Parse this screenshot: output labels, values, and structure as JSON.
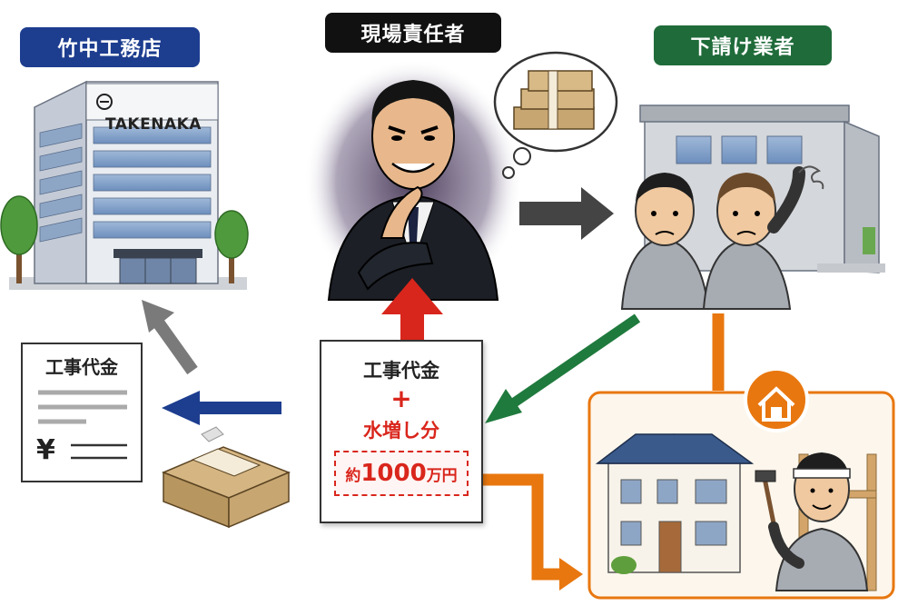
{
  "labels": {
    "takenaka": "竹中工務店",
    "manager": "現場責任者",
    "subcontractor": "下請け業者"
  },
  "building_sign": "TAKENAKA",
  "document": {
    "title": "工事代金",
    "currency_symbol": "¥"
  },
  "center_box": {
    "line1": "工事代金",
    "plus": "+",
    "line2": "水増し分",
    "amount_prefix": "約",
    "amount_number": "1000",
    "amount_unit": "万円"
  },
  "colors": {
    "takenaka_blue": "#1d3d8f",
    "manager_black": "#111111",
    "subcontractor_green": "#1f6b3a",
    "arrow_red": "#d9261c",
    "arrow_blue": "#1d3d8f",
    "arrow_green": "#1f7a3d",
    "arrow_orange": "#e8770f",
    "arrow_gray": "#7a7a7a",
    "arrow_dark": "#444444"
  },
  "icons": [
    "office-building-icon",
    "businessman-icon",
    "money-bundle-icon",
    "workers-icon",
    "house-icon",
    "carpenter-icon",
    "invoice-icon",
    "house-badge-icon",
    "tree-icon",
    "thought-bubble-icon"
  ]
}
